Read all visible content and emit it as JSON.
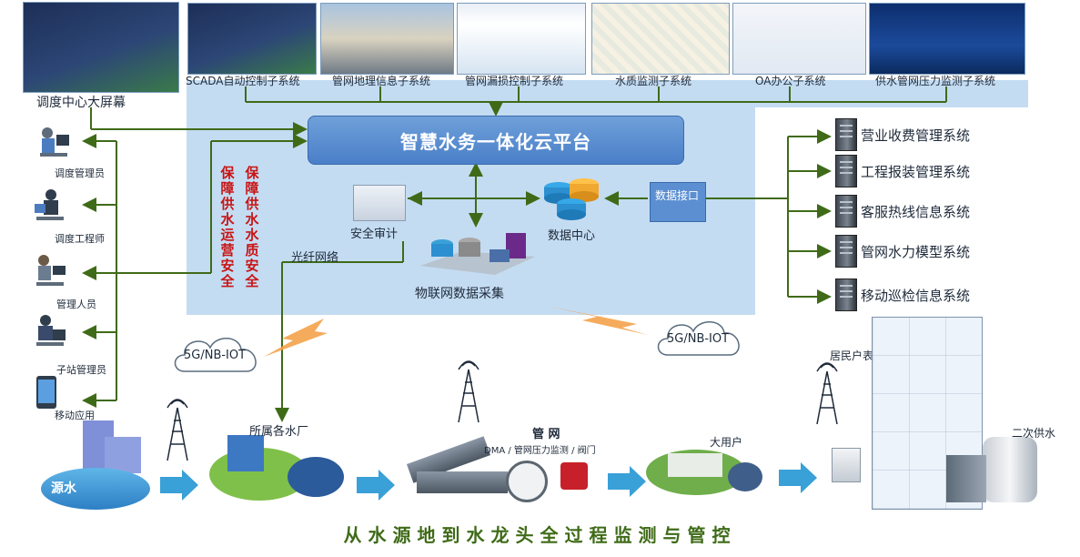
{
  "top_screen": {
    "label": "调度中心大屏幕"
  },
  "subsystems": [
    {
      "label": "SCADA自动控制子系统"
    },
    {
      "label": "管网地理信息子系统"
    },
    {
      "label": "管网漏损控制子系统"
    },
    {
      "label": "水质监测子系统"
    },
    {
      "label": "OA办公子系统"
    },
    {
      "label": "供水管网压力监测子系统"
    }
  ],
  "platform": {
    "title": "智慧水务一体化云平台"
  },
  "guarantees": [
    {
      "label": "保障供水运营安全"
    },
    {
      "label": "保障供水水质安全"
    }
  ],
  "modules": {
    "security_audit": "安全审计",
    "data_center": "数据中心",
    "data_interface": "数据接口",
    "iot": "物联网数据采集",
    "fiber": "光纤网络"
  },
  "business_systems": [
    {
      "label": "营业收费管理系统"
    },
    {
      "label": "工程报装管理系统"
    },
    {
      "label": "客服热线信息系统"
    },
    {
      "label": "管网水力模型系统"
    },
    {
      "label": "移动巡检信息系统"
    }
  ],
  "users": [
    {
      "label": "调度管理员"
    },
    {
      "label": "调度工程师"
    },
    {
      "label": "管理人员"
    },
    {
      "label": "子站管理员"
    },
    {
      "label": "移动应用"
    }
  ],
  "networks": [
    {
      "label": "5G/NB-IOT"
    },
    {
      "label": "5G/NB-IOT"
    }
  ],
  "flow": {
    "source": "源水",
    "plants": "所属各水厂",
    "pipe_title": "管 网",
    "pipe_sub": "DMA / 管网压力监测 / 阀门",
    "big_user": "大用户",
    "resident_meter": "居民户表",
    "secondary": "二次供水"
  },
  "bottom_title": "从水源地到水龙头全过程监测与管控",
  "colors": {
    "panel": "#c4dcf2",
    "platform": "#4a7fc8",
    "line": "#3f6b18",
    "accent_red": "#c81414",
    "arrow": "#3aa0d8"
  }
}
